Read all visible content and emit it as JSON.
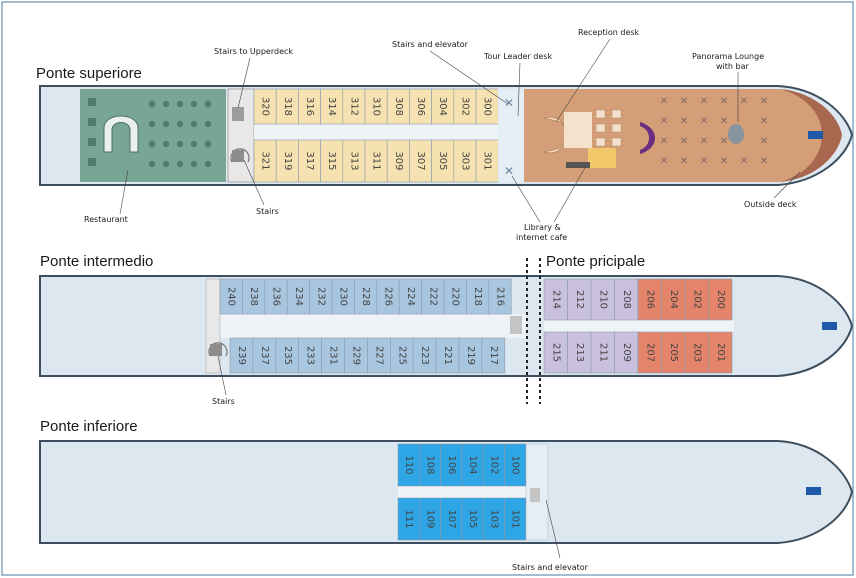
{
  "decks": [
    {
      "title": "Ponte superiore",
      "cabin_color": "#f6e2b0",
      "rows": [
        [
          "320",
          "318",
          "316",
          "314",
          "312",
          "310",
          "308",
          "306",
          "304",
          "302",
          "300"
        ],
        [
          "321",
          "319",
          "317",
          "315",
          "313",
          "311",
          "309",
          "307",
          "305",
          "303",
          "301"
        ]
      ]
    },
    {
      "title": "Ponte intermedio",
      "cabin_color": "#a9c6e0",
      "rows": [
        [
          "240",
          "238",
          "236",
          "234",
          "232",
          "230",
          "228",
          "226",
          "224",
          "222",
          "220",
          "218",
          "216"
        ],
        [
          "239",
          "237",
          "235",
          "233",
          "231",
          "229",
          "227",
          "225",
          "223",
          "221",
          "219",
          "217"
        ]
      ]
    },
    {
      "title": "Ponte pricipale",
      "cabin_groups": [
        {
          "color": "#c8c0dd",
          "rows": [
            [
              "214",
              "212",
              "210",
              "208"
            ],
            [
              "215",
              "213",
              "211",
              "209"
            ]
          ]
        },
        {
          "color": "#e3846b",
          "rows": [
            [
              "206",
              "204",
              "202",
              "200"
            ],
            [
              "207",
              "205",
              "203",
              "201"
            ]
          ]
        }
      ]
    },
    {
      "title": "Ponte inferiore",
      "cabin_color": "#2ea6e6",
      "rows": [
        [
          "110",
          "108",
          "106",
          "104",
          "102",
          "100"
        ],
        [
          "111",
          "109",
          "107",
          "105",
          "103",
          "101"
        ]
      ]
    }
  ],
  "callouts": {
    "stairs_to_upperdeck": "Stairs to Upperdeck",
    "stairs_and_elevator_upper": "Stairs and elevator",
    "tour_leader_desk": "Tour Leader desk",
    "reception_desk": "Reception desk",
    "panorama_lounge_1": "Panorama Lounge",
    "panorama_lounge_2": "with bar",
    "restaurant": "Restaurant",
    "stairs_upper": "Stairs",
    "library_1": "Library &",
    "library_2": "internet cafe",
    "outside_deck": "Outside deck",
    "stairs_middle": "Stairs",
    "stairs_and_elevator_lower": "Stairs and elevator"
  },
  "colors": {
    "hull": "#dde7f0",
    "hull_outline": "#3d4f5e",
    "restaurant": "#79a595",
    "lounge": "#d49e78",
    "bow_deck": "#a8674e",
    "corridor": "#eef3f8",
    "reception": "#f4d7b4",
    "library_desk": "#f2c96a"
  }
}
